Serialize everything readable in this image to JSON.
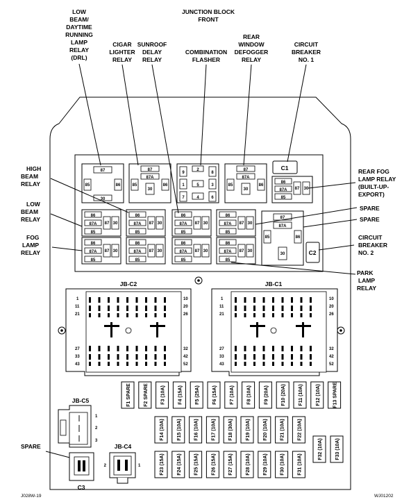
{
  "title": [
    "JUNCTION BLOCK",
    "FRONT"
  ],
  "callouts": {
    "drl": [
      "LOW",
      "BEAM/",
      "DAYTIME",
      "RUNNING",
      "LAMP",
      "RELAY",
      "(DRL)"
    ],
    "cigar": [
      "CIGAR",
      "LIGHTER",
      "RELAY"
    ],
    "sunroof": [
      "SUNROOF",
      "DELAY",
      "RELAY"
    ],
    "combination": [
      "COMBINATION",
      "FLASHER"
    ],
    "rear_defogger": [
      "REAR",
      "WINDOW",
      "DEFOGGER",
      "RELAY"
    ],
    "cb1": [
      "CIRCUIT",
      "BREAKER",
      "NO. 1"
    ],
    "high_beam": [
      "HIGH",
      "BEAM",
      "RELAY"
    ],
    "low_beam": [
      "LOW",
      "BEAM",
      "RELAY"
    ],
    "fog": [
      "FOG",
      "LAMP",
      "RELAY"
    ],
    "rear_fog": [
      "REAR FOG",
      "LAMP RELAY",
      "(BUILT-UP-",
      "EXPORT)"
    ],
    "spare1": [
      "SPARE"
    ],
    "spare2": [
      "SPARE"
    ],
    "cb2": [
      "CIRCUIT",
      "BREAKER",
      "NO. 2"
    ],
    "park": [
      "PARK",
      "LAMP",
      "RELAY"
    ],
    "spare_c3": [
      "SPARE"
    ]
  },
  "terminals": {
    "t87": "87",
    "t87a": "87A",
    "t85": "85",
    "t86": "86",
    "t30": "30"
  },
  "flasher_pins": [
    "9",
    "2",
    "8",
    "1",
    "5",
    "3",
    "7",
    "4",
    "6"
  ],
  "c1": "C1",
  "c2": "C2",
  "c3": "C3",
  "jbc2": {
    "label": "JB-C2",
    "left_pins": [
      "1",
      "11",
      "21",
      "27",
      "33",
      "43"
    ],
    "right_pins": [
      "10",
      "20",
      "26",
      "32",
      "42",
      "52"
    ]
  },
  "jbc1": {
    "label": "JB-C1",
    "left_pins": [
      "1",
      "11",
      "21",
      "27",
      "33",
      "43"
    ],
    "right_pins": [
      "10",
      "20",
      "26",
      "32",
      "42",
      "52"
    ]
  },
  "jbc5": {
    "label": "JB-C5",
    "pins": [
      "1",
      "2",
      "3"
    ]
  },
  "jbc4": {
    "label": "JB-C4",
    "pins": [
      "2",
      "1"
    ]
  },
  "fuse_rows": [
    [
      "F1 SPARE",
      "F2 SPARE",
      "F3 (10A)",
      "F4 (15A)",
      "F5 (25A)",
      "F6 (15A)",
      "F7 (10A)",
      "F8 (10A)",
      "F9 (20A)",
      "F10 (20A)",
      "F11 (10A)",
      "F12 (10A)",
      "F13 SPARE"
    ],
    [
      "F14 (10A)",
      "F15 (10A)",
      "F16 (10A)",
      "F17 (10A)",
      "F18 (30A)",
      "F19 (10A)",
      "F20 (10A)",
      "F21 (10A)",
      "F22 (10A)"
    ],
    [
      "F23 (15A)",
      "F24 (15A)",
      "F25 (15A)",
      "F26 (15A)",
      "F27 (15A)",
      "F28 (10A)",
      "F29 (10A)",
      "F30 (10A)",
      "F31 (10A)"
    ]
  ],
  "fuses_extra": [
    "F32 (10A)",
    "F33 (10A)"
  ],
  "footer_left": "J028W-19",
  "footer_right": "WJ01202"
}
